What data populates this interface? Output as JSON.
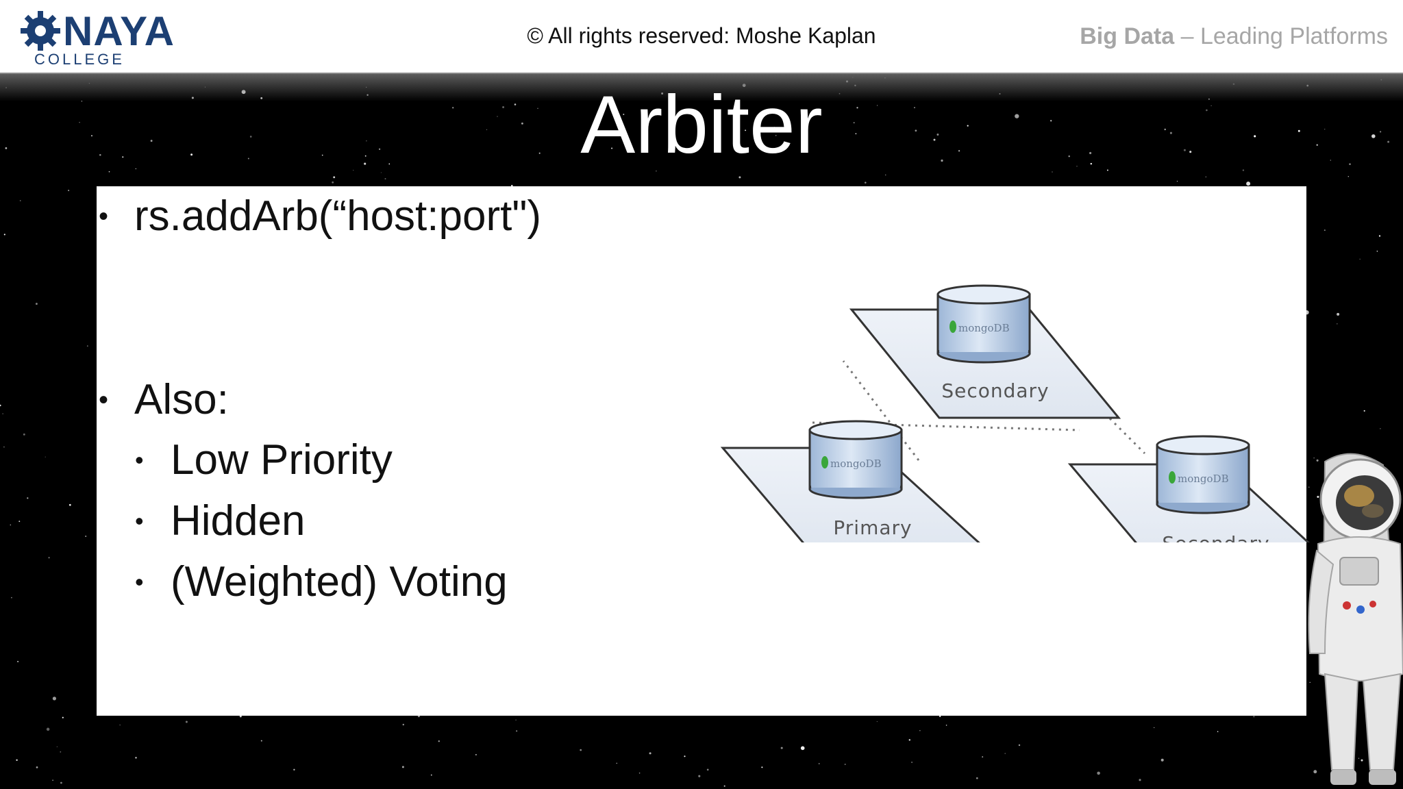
{
  "header": {
    "logo_word": "NAYA",
    "logo_sub": "COLLEGE",
    "copyright": "© All rights reserved: Moshe Kaplan",
    "course_bold": "Big Data",
    "course_rest": " – Leading Platforms"
  },
  "slide": {
    "title": "Arbiter",
    "bullets": [
      {
        "text": "rs.addArb(“host:port\")"
      },
      {
        "text": "Also:",
        "sub": [
          "Low Priority",
          "Hidden",
          "(Weighted) Voting"
        ]
      }
    ]
  },
  "diagram": {
    "nodes": [
      {
        "label": "Secondary",
        "db_label": "mongoDB"
      },
      {
        "label": "Primary",
        "db_label": "mongoDB"
      },
      {
        "label": "Secondary",
        "db_label": "mongoDB"
      }
    ]
  },
  "colors": {
    "logo_blue": "#1c3f73",
    "course_gray": "#a6a6a6",
    "cylinder_fill": "#b9cde6"
  }
}
